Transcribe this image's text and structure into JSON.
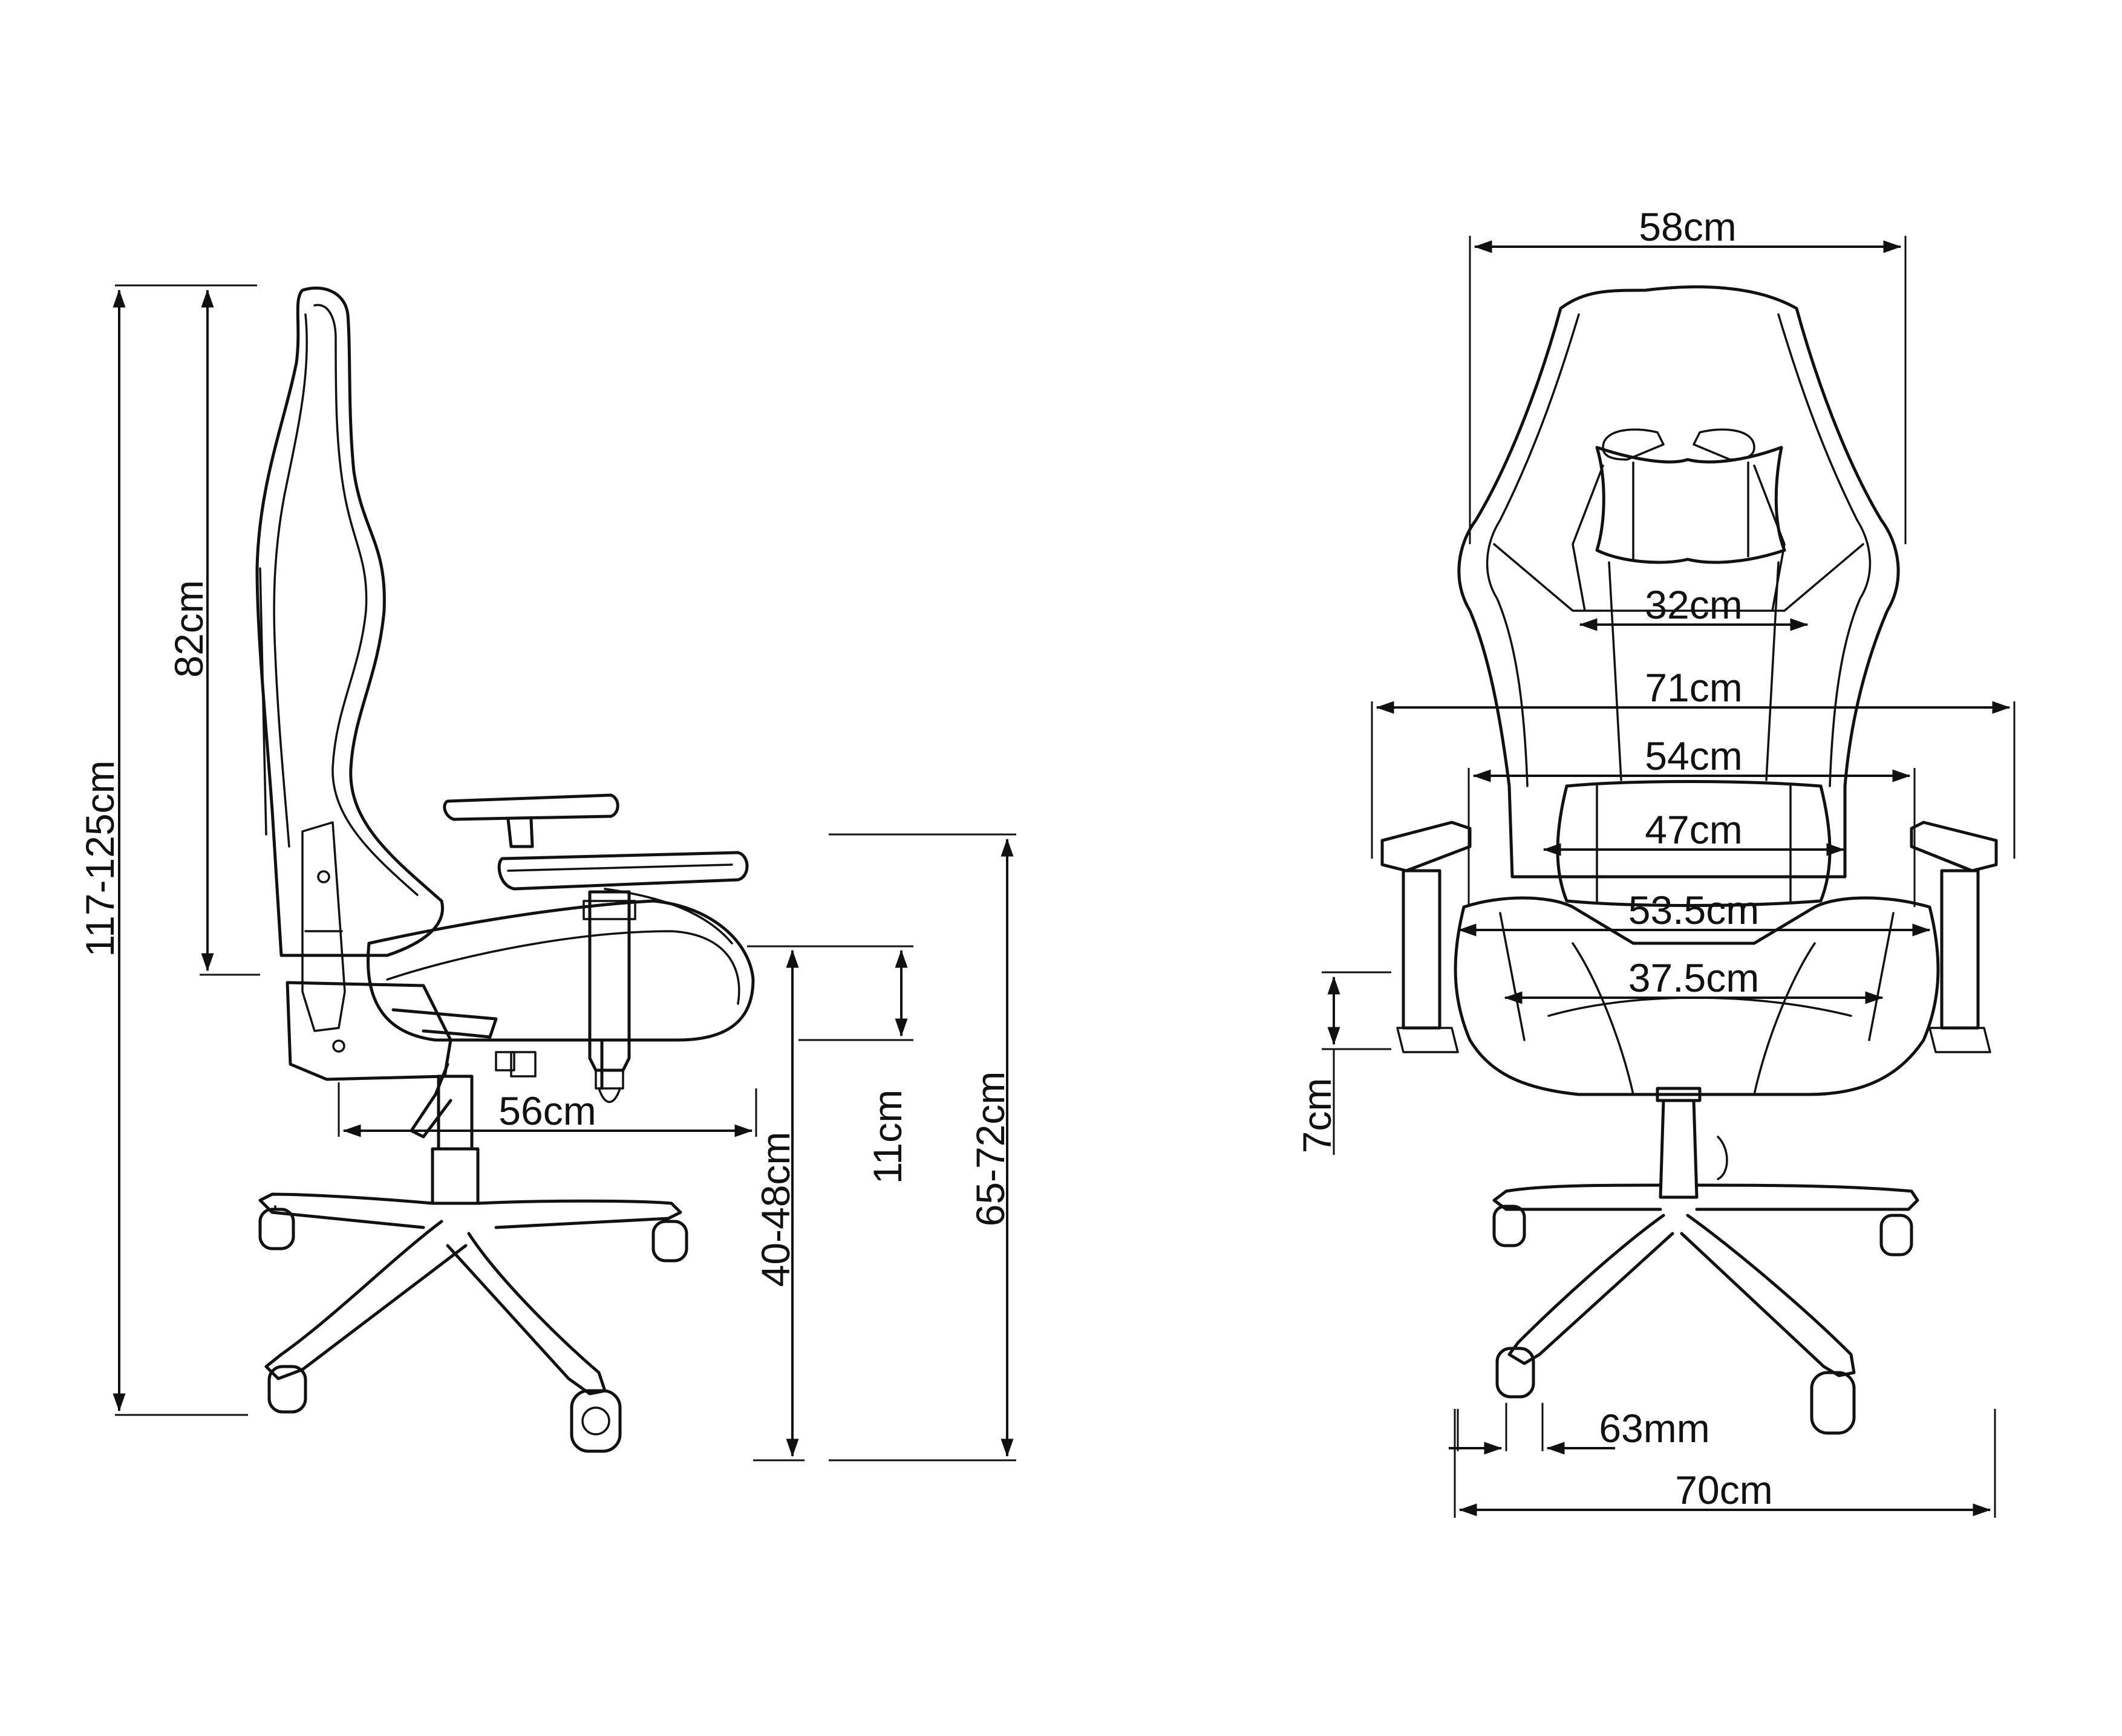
{
  "dimensions": {
    "side": {
      "total_height": "117-125cm",
      "backrest_height": "82cm",
      "seat_depth": "56cm",
      "armrest_adjust": "11cm",
      "seat_height": "40-48cm",
      "armrest_height": "65-72cm"
    },
    "front": {
      "overall_width": "58cm",
      "headrest_width": "32cm",
      "armrest_span": "71cm",
      "back_width": "54cm",
      "lumbar_width": "47cm",
      "seat_width": "53.5cm",
      "seat_inner_width": "37.5cm",
      "armrest_vertical": "7cm",
      "caster_size": "63mm",
      "base_width": "70cm"
    }
  },
  "colors": {
    "line": "#111111",
    "background": "#ffffff"
  }
}
